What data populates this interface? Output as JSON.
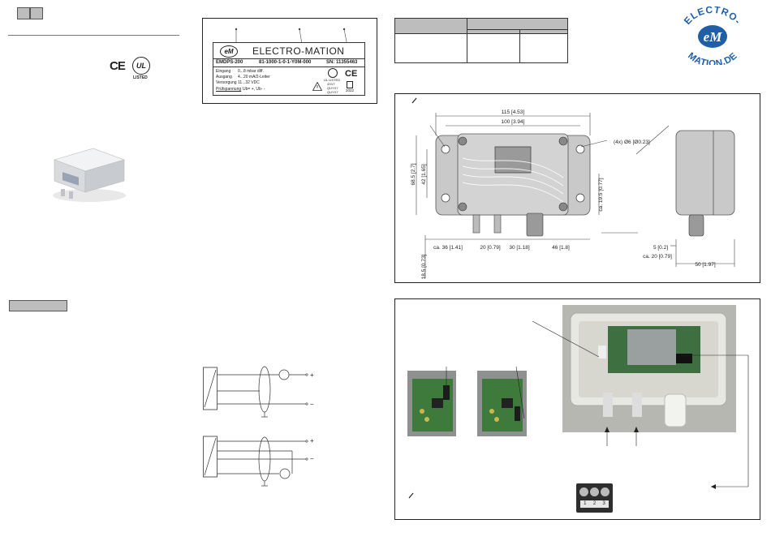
{
  "label": {
    "brand": "ELECTRO-MATION",
    "logo_text": "eM",
    "model": "EMDPS-200",
    "article": "81-1000-1-0-1-Y0M-000",
    "serial": "SN: 11355463",
    "rows": [
      {
        "key": "Eingang",
        "val": "0...8 mbar diff."
      },
      {
        "key": "Ausgang",
        "val": "4...20 mA/2-Leiter"
      },
      {
        "key": "Versorgung",
        "val": "11...32 VDC"
      },
      {
        "key": "Prüfspannung",
        "val": "Ub= +, Ub- -"
      }
    ],
    "ul_mark": "UL LISTED",
    "ul_code": "4XV7 QUYX7 QUYX7",
    "year": "2022"
  },
  "cert": {
    "ce": "CE",
    "ul": "UL",
    "listed": "LISTED"
  },
  "logo": {
    "top": "ELECTRO-",
    "mid": "eM",
    "bottom": "MATION.DE",
    "color": "#1f5fa8"
  },
  "dimensions": {
    "d115": "115 [4.53]",
    "d100": "100 [3.94]",
    "d68": "68.5 [2.7]",
    "d42": "42 [1.65]",
    "holes": "(4x) Ø6 [Ø0.23]",
    "d19": "ca. 19.5 [0.77]",
    "d36": "ca. 36 [1.41]",
    "d20": "20 [0.79]",
    "d30": "30 [1.18]",
    "d46": "46 [1.8]",
    "d185": "18.5 [0.73]",
    "d5": "5 [0.2]",
    "dca20": "ca. 20 [0.79]",
    "d50": "50 [1.97]"
  },
  "wiring": {
    "plus": "+",
    "minus": "−"
  },
  "terminal": {
    "labels": [
      "1",
      "2",
      "3"
    ]
  },
  "colors": {
    "accent_blue": "#1f5fa8",
    "housing": "#c9c9c9"
  }
}
